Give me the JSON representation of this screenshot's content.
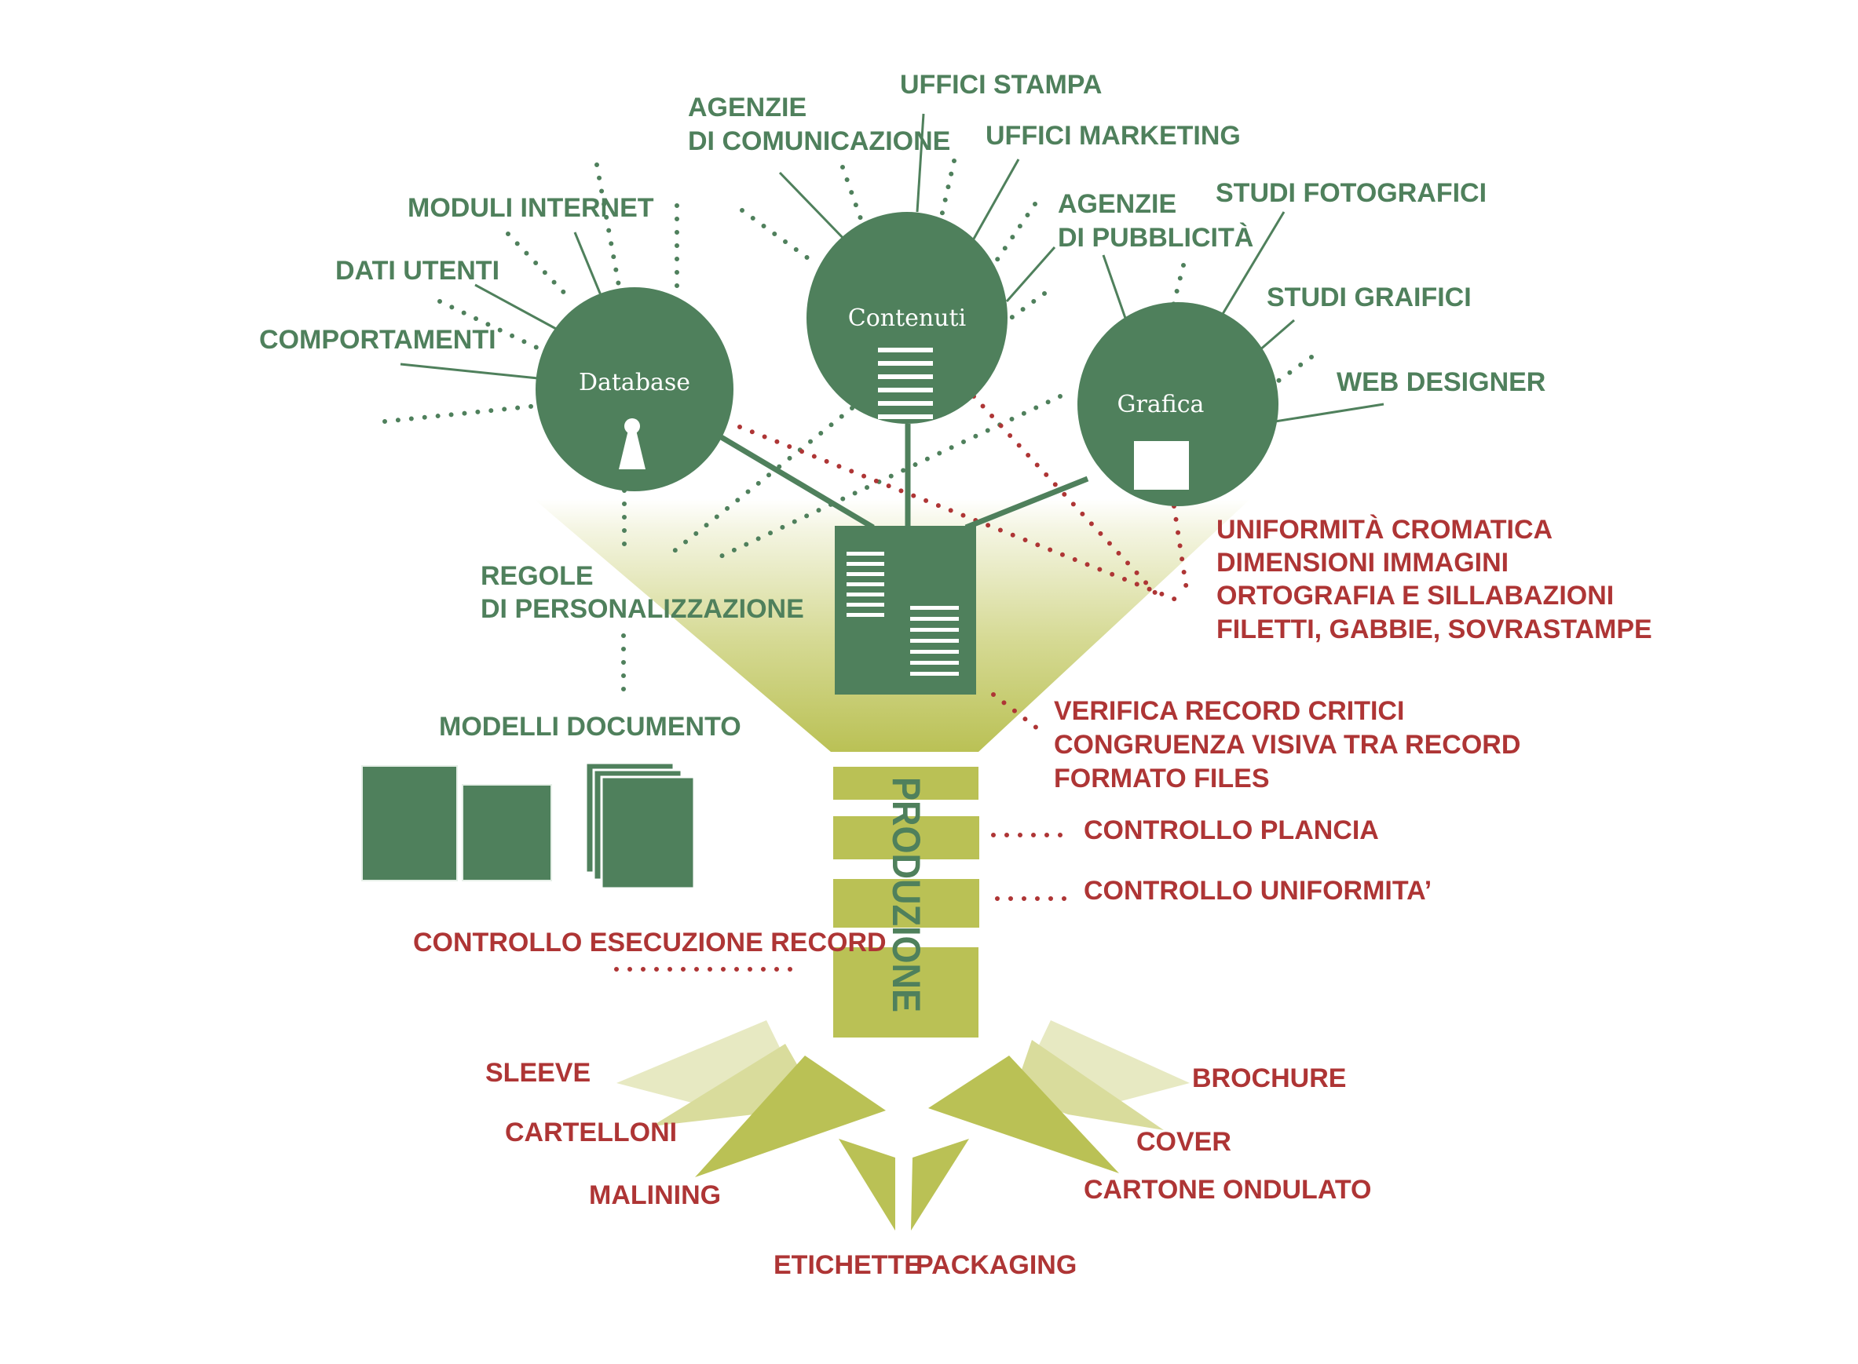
{
  "colors": {
    "green": "#4f805c",
    "red": "#ae3535",
    "lime": "#bac155",
    "lime_mid": "#d9dc9c",
    "lime_light": "#e7e9c2"
  },
  "nodes": {
    "database": {
      "title": "Database",
      "icon": "keyhole-icon"
    },
    "contenuti": {
      "title": "Contenuti",
      "icon": "text-lines-icon"
    },
    "grafica": {
      "title": "Grafica",
      "icon": "image-square-icon"
    }
  },
  "sources": {
    "database": [
      "MODULI INTERNET",
      "DATI UTENTI",
      "COMPORTAMENTI"
    ],
    "contenuti": [
      [
        "AGENZIE",
        "DI COMUNICAZIONE"
      ],
      [
        "UFFICI STAMPA"
      ],
      [
        "UFFICI MARKETING"
      ],
      [
        "AGENZIE",
        "DI PUBBLICITÀ"
      ]
    ],
    "grafica": [
      "STUDI FOTOGRAFICI",
      "STUDI GRAIFICI",
      "WEB DESIGNER"
    ]
  },
  "rules": {
    "personalization": [
      "REGOLE",
      "DI PERSONALIZZAZIONE"
    ],
    "models": "MODELLI DOCUMENTO"
  },
  "checks": {
    "graphics": [
      "UNIFORMITÀ CROMATICA",
      "DIMENSIONI IMMAGINI",
      "ORTOGRAFIA E SILLABAZIONI",
      "FILETTI, GABBIE, SOVRASTAMPE"
    ],
    "records": [
      "VERIFICA RECORD CRITICI",
      "CONGRUENZA VISIVA TRA RECORD",
      "FORMATO FILES"
    ],
    "plancia": "CONTROLLO PLANCIA",
    "uniformita": "CONTROLLO UNIFORMITA’",
    "esecuzione": "CONTROLLO ESECUZIONE RECORD"
  },
  "production": {
    "label": "PRODUZIONE"
  },
  "outputs": {
    "left": [
      "SLEEVE",
      "CARTELLONI",
      "MALINING"
    ],
    "right": [
      "BROCHURE",
      "COVER",
      "CARTONE ONDULATO"
    ],
    "bottom": [
      "ETICHETTE",
      "PACKAGING"
    ]
  }
}
